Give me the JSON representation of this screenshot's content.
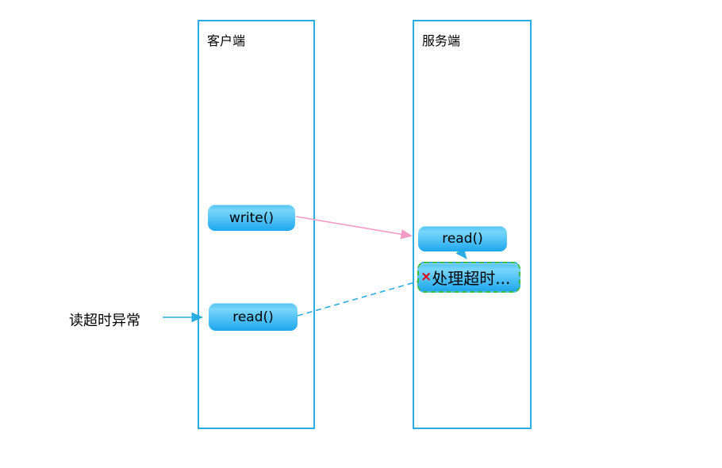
{
  "diagram": {
    "type": "sequence-diagram",
    "lanes": [
      {
        "id": "client",
        "label": "客户端"
      },
      {
        "id": "server",
        "label": "服务端"
      }
    ],
    "nodes": {
      "client_write": {
        "lane": "client",
        "label": "write()"
      },
      "server_read": {
        "lane": "server",
        "label": "read()"
      },
      "server_timeout": {
        "lane": "server",
        "error_mark": "×",
        "label": "处理超时..."
      },
      "client_read": {
        "lane": "client",
        "label": "read()"
      }
    },
    "annotations": {
      "read_timeout": {
        "label": "读超时异常",
        "points_to": "client_read"
      }
    },
    "edges": [
      {
        "from": "client_write",
        "to": "server_read",
        "style": "solid",
        "color_key": "arrow_pink",
        "arrowhead": true
      },
      {
        "from": "server_read",
        "to": "server_timeout",
        "style": "solid",
        "color_key": "arrow_blue",
        "arrowhead": true
      },
      {
        "from": "server_timeout",
        "to": "client_read",
        "style": "dashed",
        "color_key": "arrow_blue",
        "arrowhead": false
      },
      {
        "from": "read_timeout",
        "to": "client_read",
        "style": "solid",
        "color_key": "arrow_blue",
        "arrowhead": true
      }
    ]
  },
  "colors": {
    "background": "#FFFFFF",
    "text": "#000000",
    "lane_border": "#2BACE2",
    "arrow_blue": "#2BACE2",
    "arrow_pink": "#F39BC7",
    "timeout_border": "#3FBB44",
    "error_red": "#E60012",
    "node_gradient_top": "#4FC3F3",
    "node_gradient_bottom": "#1EA7EE"
  }
}
